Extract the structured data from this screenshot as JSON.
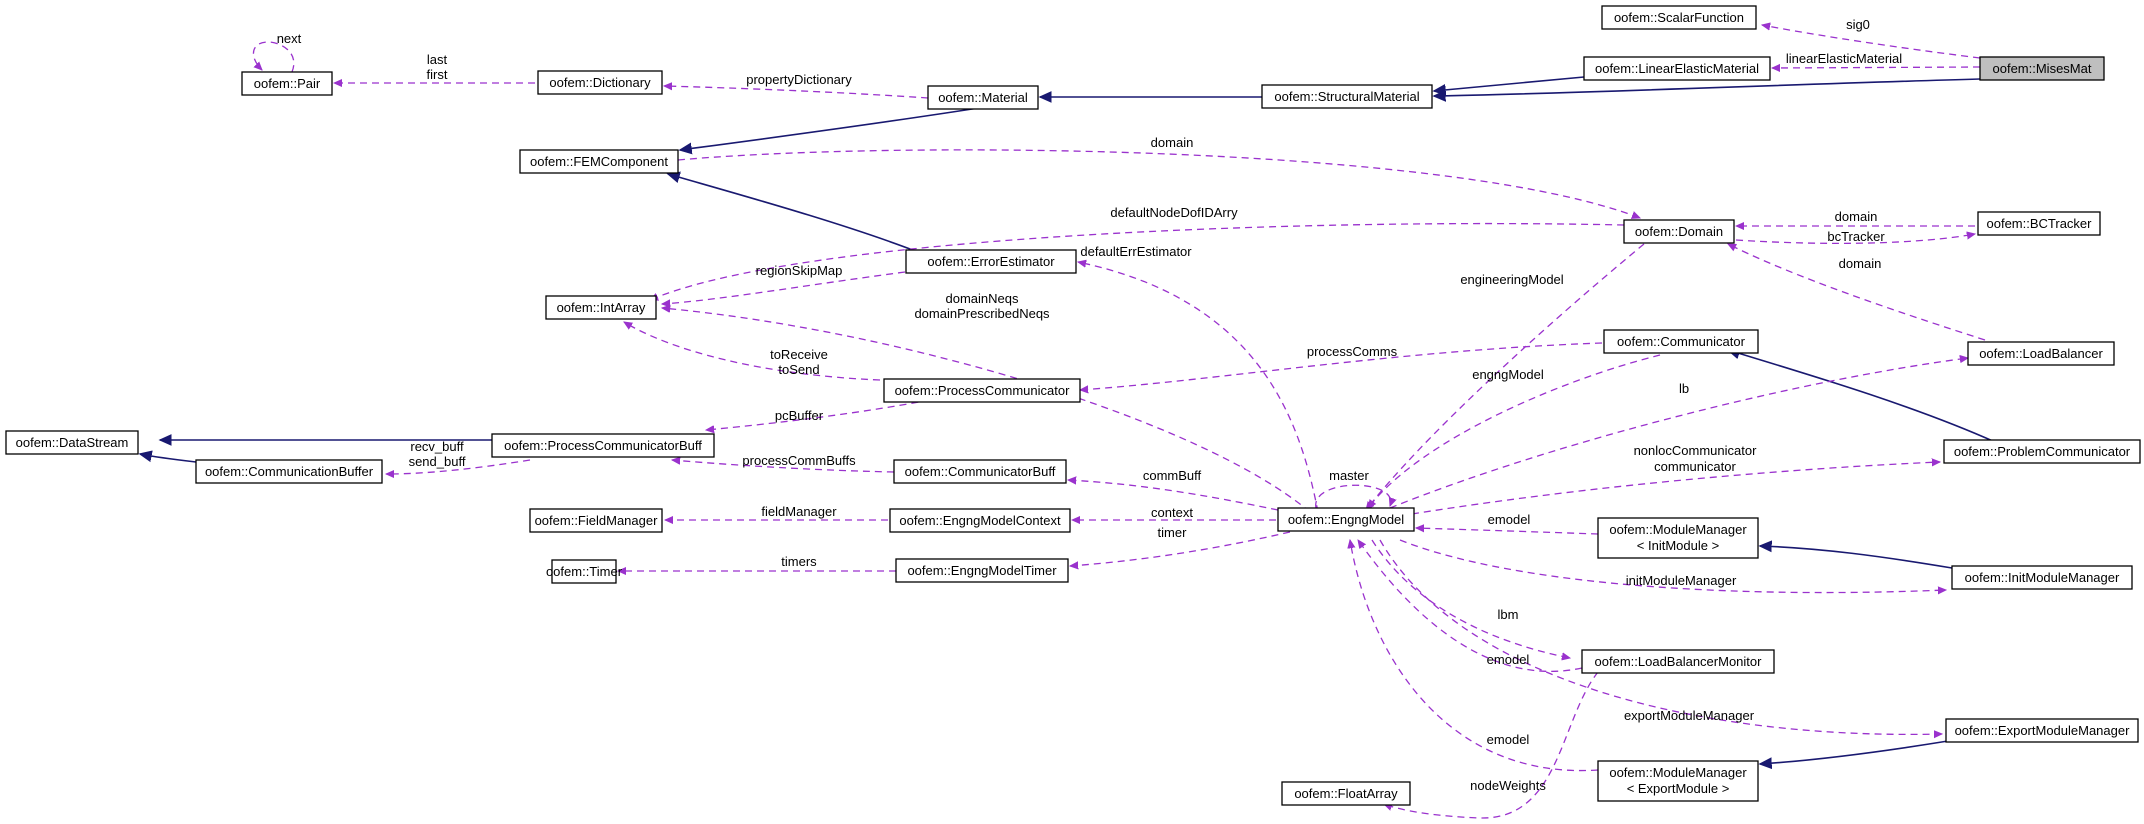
{
  "colors": {
    "usage_edge": "#9a32cd",
    "inheritance_edge": "#191970",
    "focus_fill": "#bfbfbf",
    "node_fill": "#ffffff"
  },
  "nodes": {
    "mises": "oofem::MisesMat",
    "scalar": "oofem::ScalarFunction",
    "linelast": "oofem::LinearElasticMaterial",
    "structmat": "oofem::StructuralMaterial",
    "material": "oofem::Material",
    "dictionary": "oofem::Dictionary",
    "pair": "oofem::Pair",
    "femcomp": "oofem::FEMComponent",
    "domain": "oofem::Domain",
    "bctracker": "oofem::BCTracker",
    "errest": "oofem::ErrorEstimator",
    "intarray": "oofem::IntArray",
    "communicator": "oofem::Communicator",
    "loadbal": "oofem::LoadBalancer",
    "proccomm": "oofem::ProcessCommunicator",
    "datastream": "oofem::DataStream",
    "pcbuff": "oofem::ProcessCommunicatorBuff",
    "commbuffer": "oofem::CommunicationBuffer",
    "probcomm": "oofem::ProblemCommunicator",
    "commbuff": "oofem::CommunicatorBuff",
    "fieldmgr": "oofem::FieldManager",
    "emcontext": "oofem::EngngModelContext",
    "engng": "oofem::EngngModel",
    "timer": "oofem::Timer",
    "emtimer": "oofem::EngngModelTimer",
    "mminit_1": "oofem::ModuleManager",
    "mminit_2": "< InitModule >",
    "initmm": "oofem::InitModuleManager",
    "lbmon": "oofem::LoadBalancerMonitor",
    "exportmm": "oofem::ExportModuleManager",
    "floatarray": "oofem::FloatArray",
    "mmexport_1": "oofem::ModuleManager",
    "mmexport_2": "< ExportModule >"
  },
  "edge_labels": {
    "next": "next",
    "last": "last",
    "first": "first",
    "propertyDictionary": "propertyDictionary",
    "sig0": "sig0",
    "linearElasticMaterial": "linearElasticMaterial",
    "domain_fem": "domain",
    "defaultNodeDofIDArry": "defaultNodeDofIDArry",
    "domain_bc": "domain",
    "bcTracker": "bcTracker",
    "domain_lb": "domain",
    "defaultErrEstimator": "defaultErrEstimator",
    "regionSkipMap": "regionSkipMap",
    "engineeringModel": "engineeringModel",
    "domainNeqs": "domainNeqs",
    "domainPrescribedNeqs": "domainPrescribedNeqs",
    "toReceive": "toReceive",
    "toSend": "toSend",
    "processComms": "processComms",
    "engngModel": "engngModel",
    "lb": "lb",
    "pcBuffer": "pcBuffer",
    "recv_buff": "recv_buff",
    "send_buff": "send_buff",
    "processCommBuffs": "processCommBuffs",
    "commBuff": "commBuff",
    "master": "master",
    "nonlocCommunicator": "nonlocCommunicator",
    "communicator": "communicator",
    "fieldManager": "fieldManager",
    "context": "context",
    "timer": "timer",
    "timers": "timers",
    "emodel_mm": "emodel",
    "initModuleManager": "initModuleManager",
    "lbm": "lbm",
    "emodel_lbm": "emodel",
    "exportModuleManager": "exportModuleManager",
    "emodel_exp": "emodel",
    "nodeWeights": "nodeWeights"
  }
}
